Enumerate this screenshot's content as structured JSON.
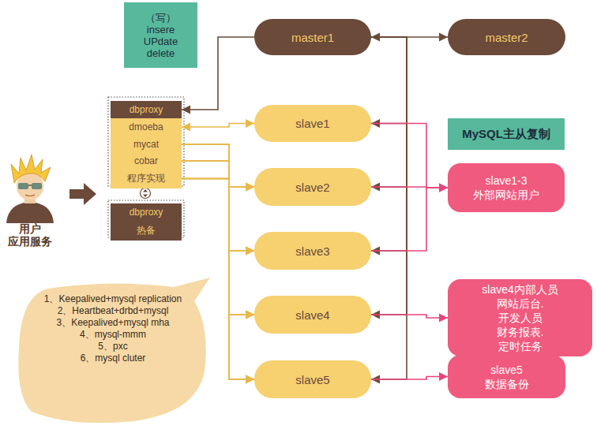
{
  "diagram": {
    "nodes": [
      {
        "text": [
          "（写）",
          "insere UPdate delete"
        ]
      },
      {
        "text": [
          "dbproxy"
        ]
      },
      {
        "text": [
          "dmoeba"
        ]
      },
      {
        "text": [
          "mycat"
        ]
      },
      {
        "text": [
          "cobar"
        ]
      },
      {
        "text": [
          "程序实现"
        ]
      },
      {
        "text": [
          "dbproxy"
        ]
      },
      {
        "text": [
          "热备"
        ]
      },
      {
        "text": [
          "master1"
        ]
      },
      {
        "text": [
          "master2"
        ]
      },
      {
        "text": [
          "slave1"
        ]
      },
      {
        "text": [
          "slave2"
        ]
      },
      {
        "text": [
          "slave3"
        ]
      },
      {
        "text": [
          "slave4"
        ]
      },
      {
        "text": [
          "slave5"
        ]
      },
      {
        "text": [
          "MySQL主从复制"
        ]
      },
      {
        "text": [
          "slave1-3 外部网站用户"
        ]
      },
      {
        "text": [
          "slave4内部人员 网站后台.开发人员 财务报表.定时任务"
        ]
      },
      {
        "text": [
          "slave5 数据备份"
        ]
      },
      {
        "text": [
          "1、Keepalived+mysql replication",
          "2、Heartbeat+drbd+mysql",
          "3、Keepalived+mysql mha",
          "4、mysql-mmm",
          "5、pxc",
          "6、mysql cluter"
        ]
      }
    ],
    "edges": [
      {
        "from": 8,
        "to": 1,
        "arrow": "to"
      },
      {
        "from": 8,
        "to": 9,
        "arrow": "both"
      },
      {
        "from": 8,
        "to": 10,
        "arrow": "to"
      },
      {
        "from": 8,
        "to": 11,
        "arrow": "to"
      },
      {
        "from": 8,
        "to": 12,
        "arrow": "to"
      },
      {
        "from": 8,
        "to": 13,
        "arrow": "to"
      },
      {
        "from": 8,
        "to": 14,
        "arrow": "to"
      },
      {
        "from": 2,
        "to": 10,
        "arrow": "both"
      },
      {
        "from": 3,
        "to": 11,
        "arrow": "to"
      },
      {
        "from": 3,
        "to": 12,
        "arrow": "to"
      },
      {
        "from": 3,
        "to": 13,
        "arrow": "to"
      },
      {
        "from": 3,
        "to": 14,
        "arrow": "to"
      },
      {
        "from": 4,
        "to": 11,
        "arrow": "to"
      },
      {
        "from": 4,
        "to": 12,
        "arrow": "to"
      },
      {
        "from": 4,
        "to": 13,
        "arrow": "to"
      },
      {
        "from": 4,
        "to": 14,
        "arrow": "to"
      },
      {
        "from": 5,
        "to": 11,
        "arrow": "to"
      },
      {
        "from": 5,
        "to": 12,
        "arrow": "to"
      },
      {
        "from": 5,
        "to": 13,
        "arrow": "to"
      },
      {
        "from": 5,
        "to": 14,
        "arrow": "to"
      },
      {
        "from": 10,
        "to": 16,
        "arrow": "to"
      },
      {
        "from": 11,
        "to": 16,
        "arrow": "to"
      },
      {
        "from": 12,
        "to": 16,
        "arrow": "to"
      },
      {
        "from": 13,
        "to": 17,
        "arrow": "to"
      },
      {
        "from": 14,
        "to": 18,
        "arrow": "to"
      }
    ],
    "labels": [
      "用户 应用服务"
    ]
  }
}
